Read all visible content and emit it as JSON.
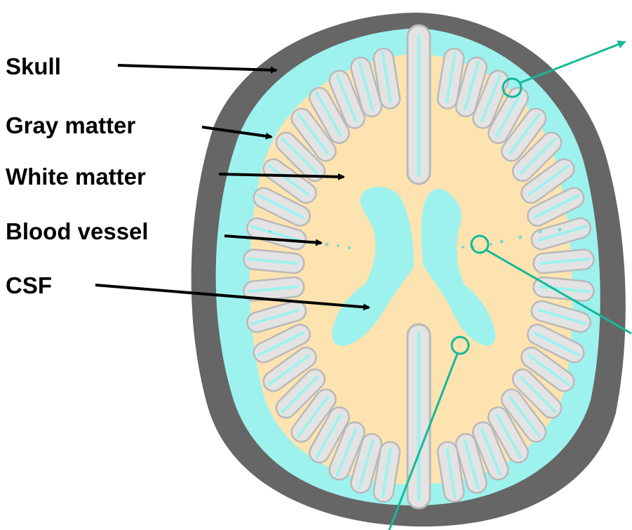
{
  "labels": {
    "skull": "Skull",
    "gray_matter": "Gray matter",
    "white_matter": "White matter",
    "blood_vessel": "Blood vessel",
    "csf": "CSF"
  },
  "colors": {
    "skull": "#666666",
    "csf": "#9df2ee",
    "white_matter": "#fde3b0",
    "gray_matter": "#e3e3e3",
    "gray_matter_outline": "#b9b9b9",
    "label_arrow": "#000000",
    "callout": "#14b99a"
  }
}
